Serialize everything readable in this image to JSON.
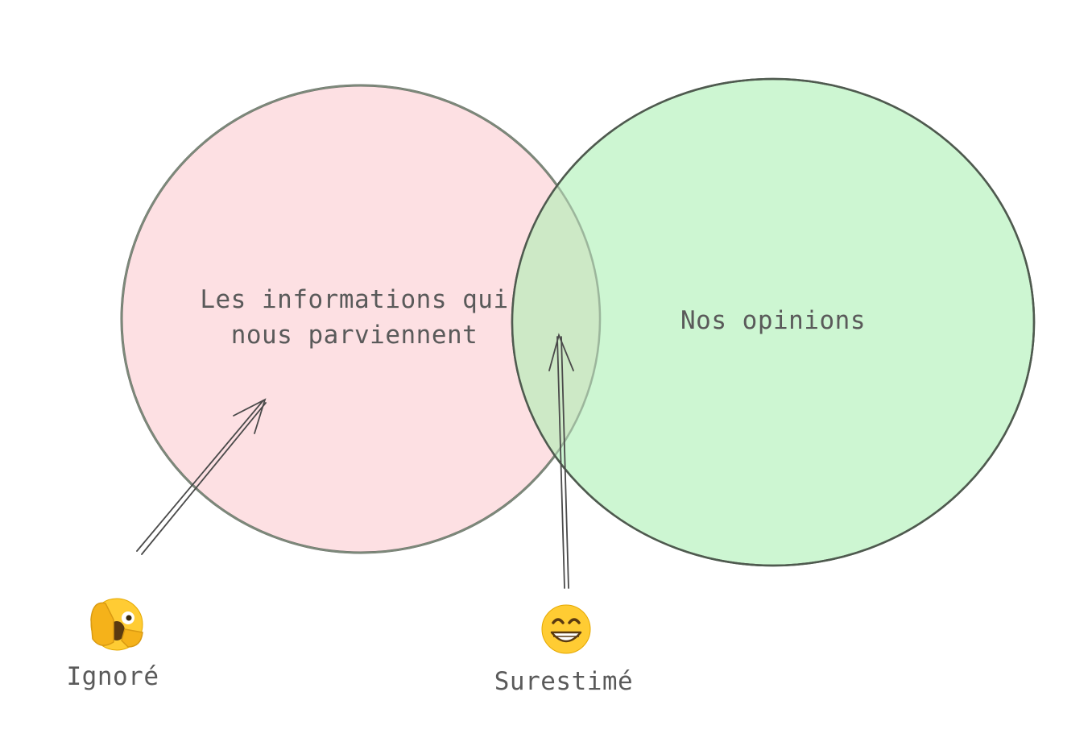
{
  "diagram": {
    "circles": [
      {
        "id": "informations",
        "label_lines": [
          "Les informations qui",
          "nous parviennent"
        ],
        "fill": "#fde0e3",
        "stroke": "#5c5656"
      },
      {
        "id": "opinions",
        "label": "Nos opinions",
        "fill": "#c9f5ce",
        "stroke": "#4f5a4f"
      }
    ],
    "overlap_fill": "#cde9c6",
    "annotations": [
      {
        "id": "ignore",
        "label": "Ignoré",
        "icon": "face-covering-eyes-icon"
      },
      {
        "id": "surestime",
        "label": "Surestimé",
        "icon": "grinning-face-icon"
      }
    ],
    "text_color": "#5a5a5a",
    "arrow_color": "#4a4a4a"
  }
}
